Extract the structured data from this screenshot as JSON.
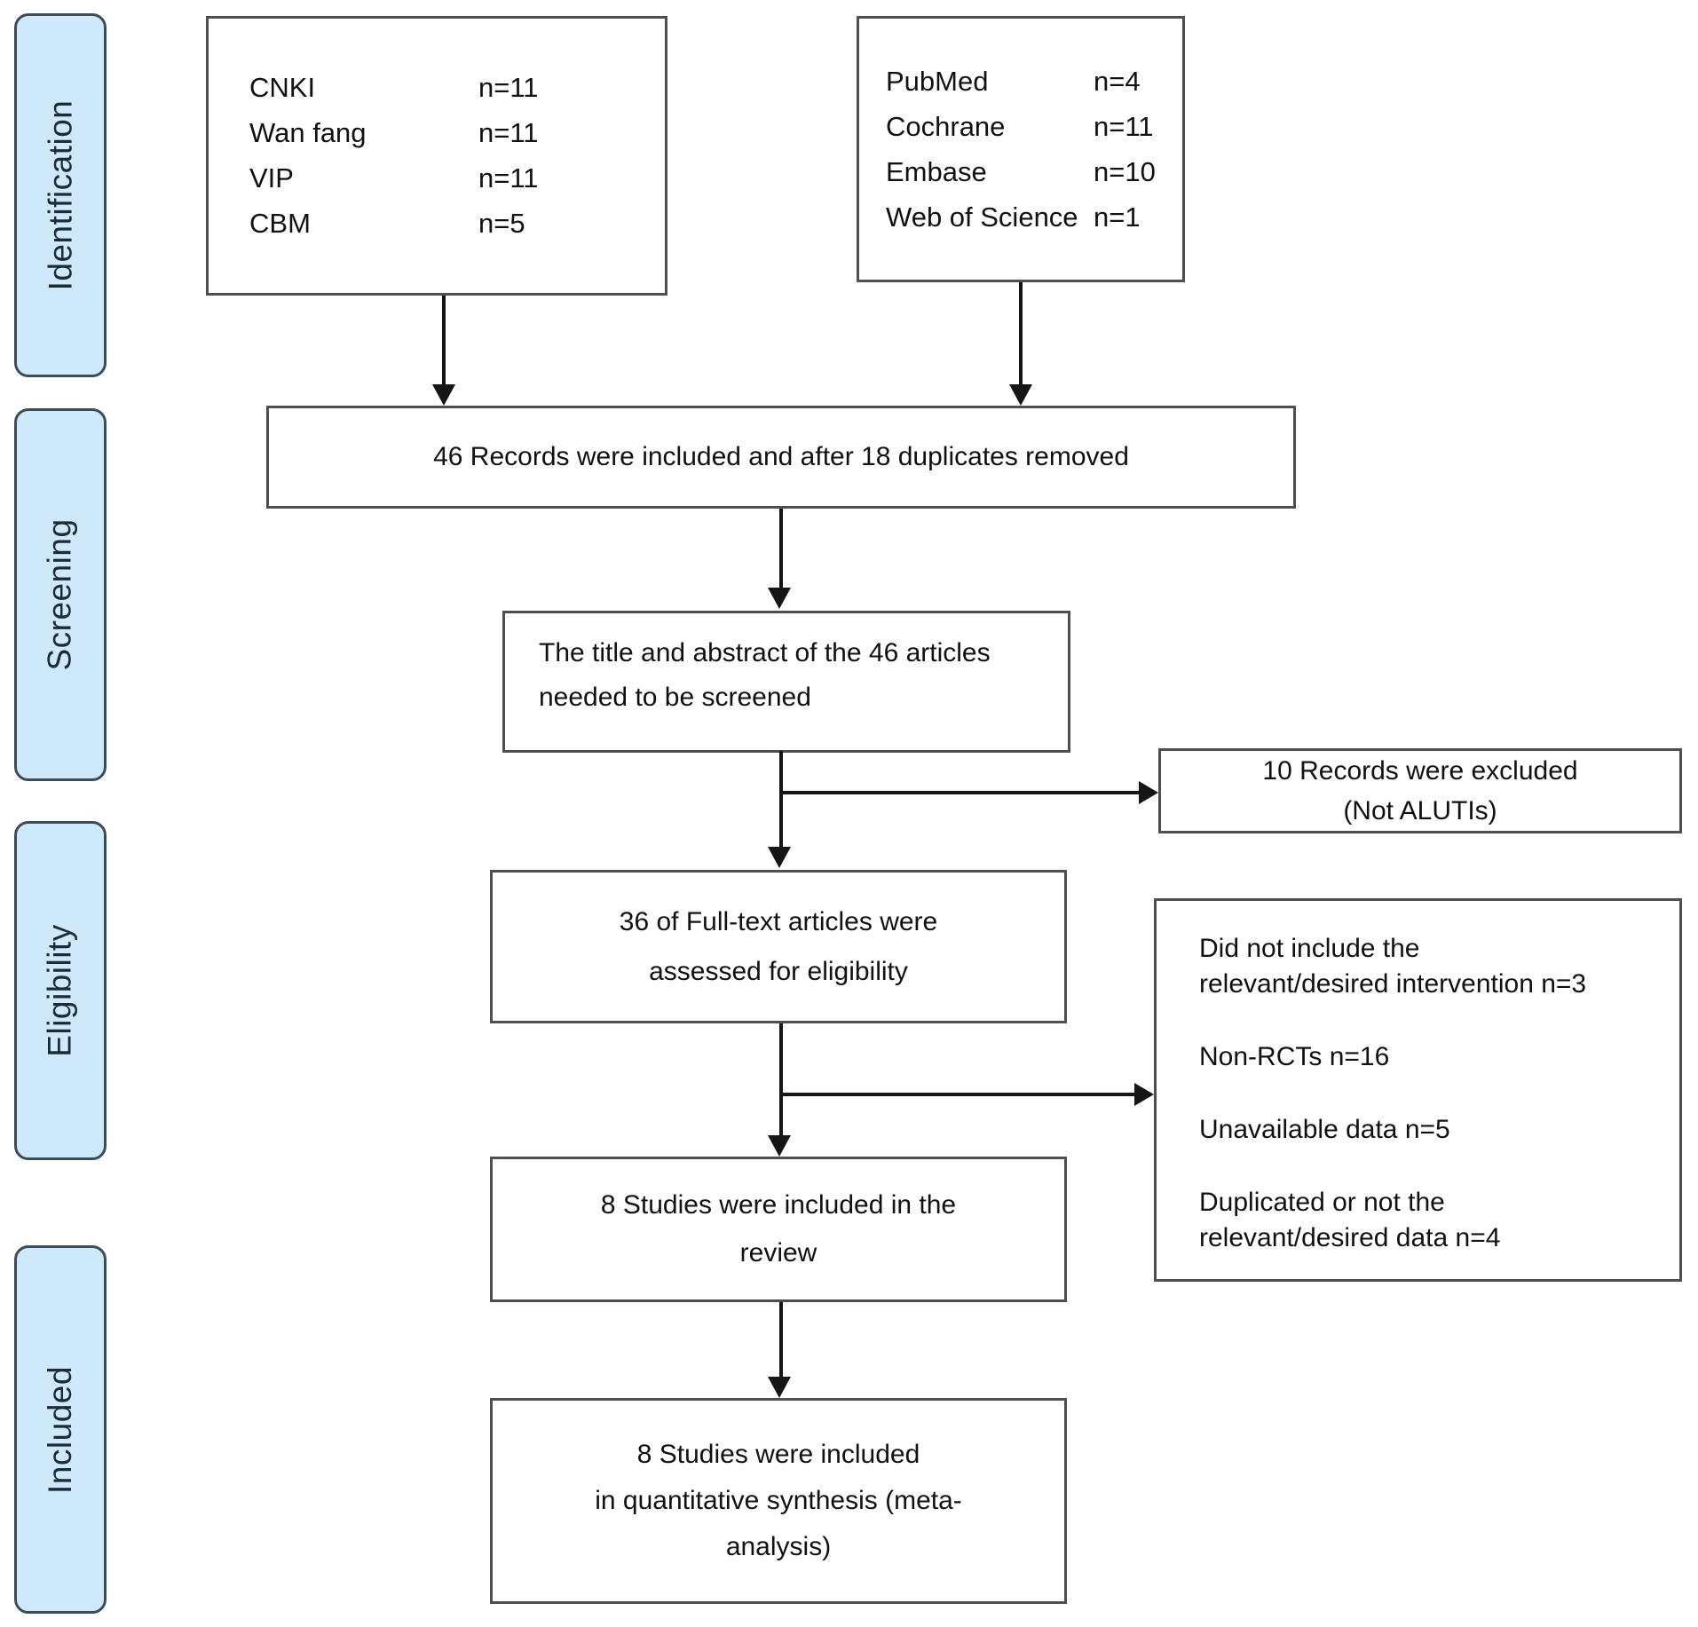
{
  "stages": {
    "identification": "Identification",
    "screening": "Screening",
    "eligibility": "Eligibility",
    "included": "Included"
  },
  "sources": {
    "left": {
      "items": [
        {
          "label": "CNKI",
          "value": "n=11"
        },
        {
          "label": "Wan fang",
          "value": "n=11"
        },
        {
          "label": "VIP",
          "value": "n=11"
        },
        {
          "label": "CBM",
          "value": "n=5"
        }
      ]
    },
    "right": {
      "items": [
        {
          "label": "PubMed",
          "value": "n=4"
        },
        {
          "label": "Cochrane",
          "value": "n=11"
        },
        {
          "label": "Embase",
          "value": "n=10"
        },
        {
          "label": "Web of Science",
          "value": "n=1"
        }
      ]
    }
  },
  "flow": {
    "records_included": "46 Records were included and after 18 duplicates removed",
    "screening": {
      "line1": "The title and abstract of the 46 articles",
      "line2": "needed to be screened"
    },
    "fulltext": {
      "line1": "36 of Full-text articles were",
      "line2": "assessed for eligibility"
    },
    "review": {
      "line1": "8 Studies were included in the",
      "line2": "review"
    },
    "synthesis": {
      "line1": "8 Studies were included",
      "line2": "in quantitative synthesis (meta-",
      "line3": "analysis)"
    }
  },
  "exclusions": {
    "screening": {
      "line1": "10 Records were excluded",
      "line2": "(Not ALUTIs)"
    },
    "eligibility": [
      {
        "line1": "Did not include the",
        "line2": "relevant/desired intervention n=3"
      },
      {
        "line1": "Non-RCTs n=16",
        "line2": ""
      },
      {
        "line1": "Unavailable data n=5",
        "line2": ""
      },
      {
        "line1": "Duplicated or not the",
        "line2": "relevant/desired data n=4"
      }
    ]
  },
  "colors": {
    "background": "#ffffff",
    "stage_fill": "#cde9fa",
    "stage_border": "#3e4b59",
    "stage_text": "#1c2b3a",
    "box_border": "#4f4f4f",
    "text": "#111111",
    "arrow": "#151515"
  }
}
